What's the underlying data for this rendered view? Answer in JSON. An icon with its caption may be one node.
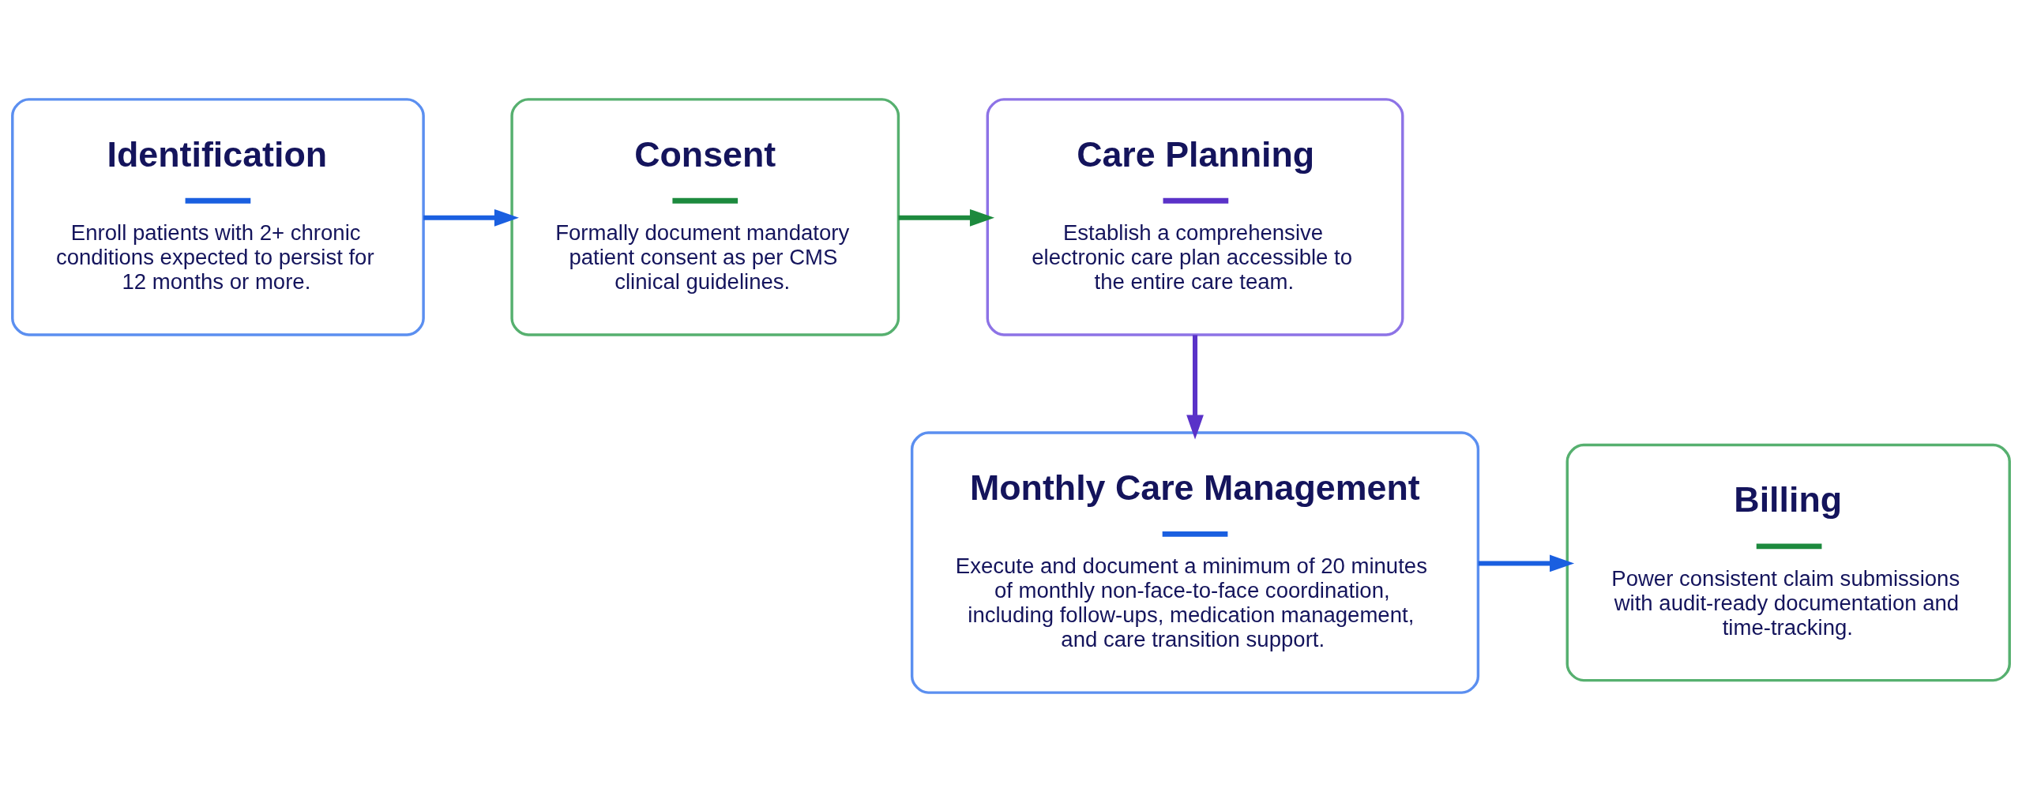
{
  "diagram": {
    "nodes": [
      {
        "text": [
          "Identification",
          "Enroll patients with 2+ chronic conditions expected to persist for 12 months or more."
        ]
      },
      {
        "text": [
          "Consent",
          "Formally document mandatory patient consent as per CMS clinical guidelines."
        ]
      },
      {
        "text": [
          "Care Planning",
          "Establish a comprehensive electronic care plan accessible to the entire care team."
        ]
      },
      {
        "text": [
          "Monthly Care Management",
          "Execute and document a minimum of 20 minutes of monthly non-face-to-face coordination, including follow-ups, medication management, and care transition support."
        ]
      },
      {
        "text": [
          "Billing",
          "Power consistent claim submissions with audit-ready documentation and time-tracking."
        ]
      }
    ],
    "edges": [
      {
        "from": 0,
        "to": 1,
        "arrow": "to"
      },
      {
        "from": 1,
        "to": 2,
        "arrow": "to",
        "color": "#1d8a3e"
      },
      {
        "from": 2,
        "to": 3,
        "arrow": "to",
        "color": "#5a32c8"
      },
      {
        "from": 3,
        "to": 4,
        "arrow": "to"
      }
    ]
  }
}
